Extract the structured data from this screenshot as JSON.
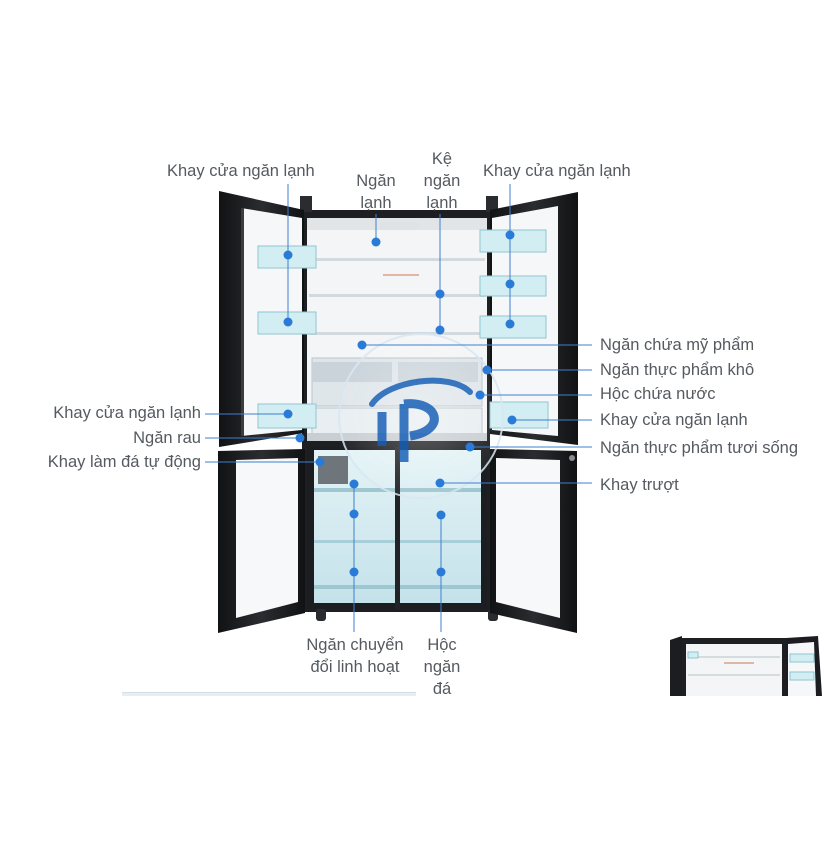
{
  "colors": {
    "callout_line": "#3d7fd0",
    "callout_dot": "#2a7ad8",
    "label_text": "#555a60",
    "fridge_body": "#1b1c1f",
    "interior": "#f4f6f7",
    "freezer_glass": "#cfe8ee",
    "watermark": "#1c63b8"
  },
  "labels": {
    "khay_cua_tl": "Khay cửa ngăn lạnh",
    "ngan_lanh": "Ngăn lạnh",
    "ke_ngan_lanh": "Kệ ngăn lạnh",
    "khay_cua_tr": "Khay cửa ngăn lạnh",
    "ngan_chua_my_pham": "Ngăn chứa mỹ phẩm",
    "ngan_thuc_pham_kho": "Ngăn thực phẩm khô",
    "hoc_chua_nuoc": "Hộc chứa nước",
    "khay_cua_mr": "Khay cửa ngăn lạnh",
    "khay_cua_ml": "Khay cửa ngăn lạnh",
    "ngan_rau": "Ngăn rau",
    "khay_lam_da": "Khay làm đá tự động",
    "ngan_thuc_pham_tuoi_song": "Ngăn thực phẩm tươi sống",
    "khay_truot": "Khay trượt",
    "ngan_chuyen_doi": "Ngăn chuyển đổi linh hoạt",
    "hoc_ngan_da": "Hộc ngăn đá"
  },
  "watermark_icon": "tp-logo-icon"
}
